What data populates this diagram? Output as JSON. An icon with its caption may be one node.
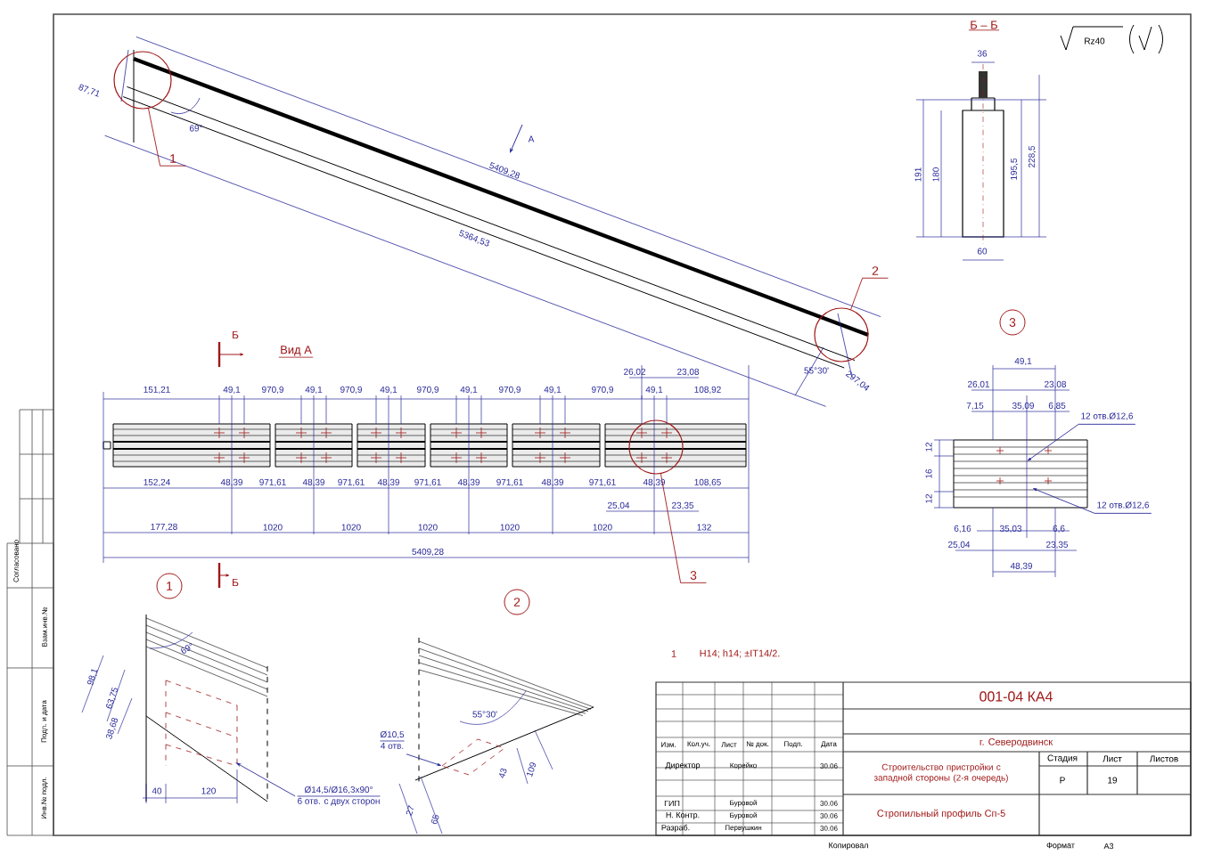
{
  "diagram": {
    "nodes": [
      {
        "text": [
          "1"
        ]
      },
      {
        "text": [],
        "shape": "circle"
      },
      {
        "text": [
          "2"
        ]
      },
      {
        "text": [],
        "shape": "circle"
      },
      {
        "text": [
          "3"
        ]
      },
      {
        "text": [],
        "shape": "circle"
      },
      {
        "text": [
          "1"
        ]
      },
      {
        "text": [
          "2"
        ]
      },
      {
        "text": [
          "3"
        ]
      },
      {
        "text": [
          "Ø14,5/Ø16,3х90°",
          "6 отв. с двух сторон"
        ]
      },
      {
        "text": [
          "Ø10,5",
          "4 отв."
        ]
      },
      {
        "text": [
          "12 отв.Ø12,6"
        ]
      },
      {
        "text": [
          "12 отв.Ø12,6"
        ]
      }
    ],
    "edges": [
      {
        "from": 0,
        "to": 1,
        "arrow": "none",
        "color": "#a01818"
      },
      {
        "from": 2,
        "to": 3,
        "arrow": "none",
        "color": "#a01818"
      },
      {
        "from": 4,
        "to": 5,
        "arrow": "none",
        "color": "#a01818"
      },
      {
        "from": 9,
        "to": null,
        "arrow": "to"
      },
      {
        "from": 10,
        "to": null,
        "arrow": "to"
      },
      {
        "from": 11,
        "to": null,
        "arrow": "to"
      },
      {
        "from": 12,
        "to": null,
        "arrow": "to"
      }
    ],
    "labels": [
      "87,71",
      "69°",
      "А",
      "5409,28",
      "5364,53",
      "55°30'",
      "297,04",
      "Б – Б",
      "Rz40",
      "36",
      "191",
      "180",
      "195,5",
      "228,5",
      "60",
      "Б",
      "Вид А",
      "26,02",
      "23,08",
      "151,21",
      "49,1",
      "970,9",
      "49,1",
      "970,9",
      "49,1",
      "970,9",
      "49,1",
      "970,9",
      "49,1",
      "970,9",
      "49,1",
      "108,92",
      "152,24",
      "48,39",
      "971,61",
      "48,39",
      "971,61",
      "48,39",
      "971,61",
      "48,39",
      "971,61",
      "48,39",
      "971,61",
      "48,39",
      "108,65",
      "25,04",
      "23,35",
      "177,28",
      "1020",
      "1020",
      "1020",
      "1020",
      "1020",
      "132",
      "5409,28",
      "Б",
      "49,1",
      "26,01",
      "23,08",
      "7,15",
      "35,09",
      "6,85",
      "12",
      "16",
      "12",
      "6,16",
      "35,03",
      "6,6",
      "25,04",
      "23,35",
      "48,39",
      "69°",
      "98,1",
      "63,75",
      "38,68",
      "40",
      "120",
      "55°30'",
      "27",
      "65",
      "43",
      "109",
      "1",
      "Н14; h14; ±IT14/2.",
      "001-04 КА4",
      "г. Северодвинск",
      "Строительство пристройки с западной стороны (2-я очередь)",
      "Стадия",
      "Лист",
      "Листов",
      "Р",
      "19",
      "Стропильный профиль Сп-5",
      "Изм.",
      "Кол.уч.",
      "Лист",
      "№ док.",
      "Подп.",
      "Дата",
      "Директор",
      "Корейко",
      "30.06",
      "ГИП",
      "Буровой",
      "30.06",
      "Н. Контр.",
      "Буровой",
      "30.06",
      "Разраб.",
      "Первушкин",
      "30.06",
      "Копировал",
      "Формат",
      "А3",
      "Согласовано",
      "Взам.инв.№",
      "Подп. и дата",
      "Инв.№ подл."
    ]
  }
}
